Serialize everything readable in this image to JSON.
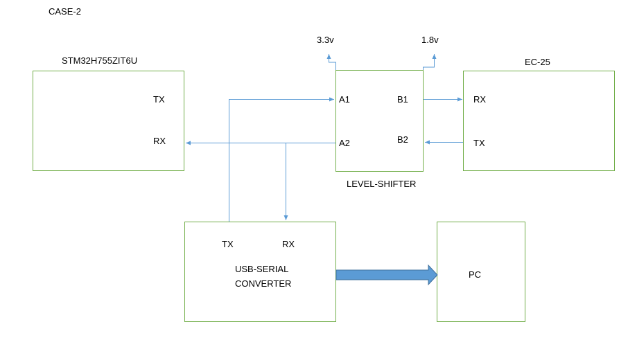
{
  "diagram": {
    "case_title": "CASE-2",
    "colors": {
      "box_border": "#70ad47",
      "wire": "#5b9bd5",
      "big_arrow_fill": "#5b9bd5"
    },
    "blocks": {
      "mcu": {
        "title": "STM32H755ZIT6U",
        "tx": "TX",
        "rx": "RX"
      },
      "level_shifter": {
        "title": "LEVEL-SHIFTER",
        "a1": "A1",
        "a2": "A2",
        "b1": "B1",
        "b2": "B2",
        "supply_a": "3.3v",
        "supply_b": "1.8v"
      },
      "ec25": {
        "title": "EC-25",
        "rx": "RX",
        "tx": "TX"
      },
      "usb_serial": {
        "tx": "TX",
        "rx": "RX",
        "title_line1": "USB-SERIAL",
        "title_line2": "CONVERTER"
      },
      "pc": {
        "title": "PC"
      }
    }
  }
}
